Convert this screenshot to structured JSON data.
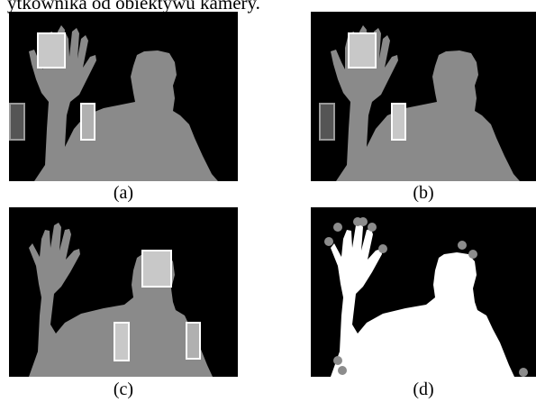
{
  "header_text": "ytkownika od obiektywu kamery.",
  "panels": [
    {
      "id": "a",
      "caption": "(a)"
    },
    {
      "id": "b",
      "caption": "(b)"
    },
    {
      "id": "c",
      "caption": "(c)"
    },
    {
      "id": "d",
      "caption": "(d)"
    }
  ],
  "colors": {
    "background": "#000000",
    "silhouette_gray": "#8a8a8a",
    "silhouette_white": "#ffffff",
    "box_stroke": "#ffffff",
    "box_fill_bright": "#c8c8c8",
    "box_fill_dark": "#555555",
    "keypoint": "#8c8c8c"
  }
}
